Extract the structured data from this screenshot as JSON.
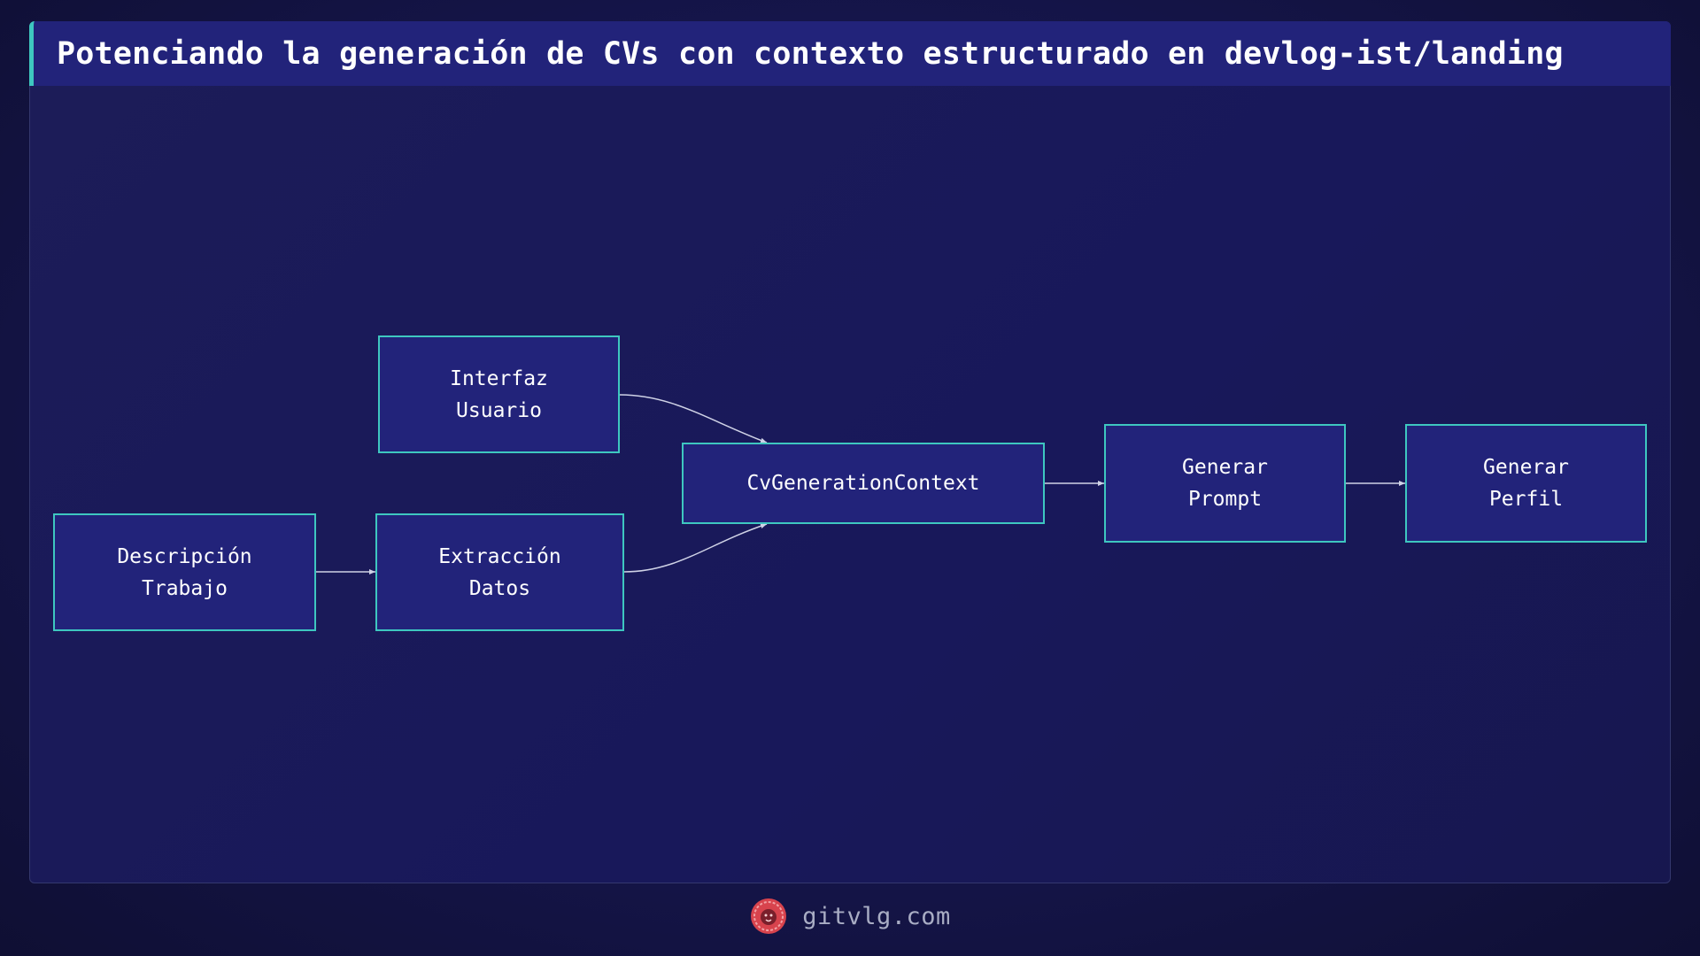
{
  "header": {
    "title": "Potenciando la generación de CVs con contexto estructurado en devlog-ist/landing"
  },
  "diagram": {
    "nodes": [
      {
        "id": "descripcion",
        "label": "Descripción\nTrabajo"
      },
      {
        "id": "extraccion",
        "label": "Extracción\nDatos"
      },
      {
        "id": "interfaz",
        "label": "Interfaz\nUsuario"
      },
      {
        "id": "context",
        "label": "CvGenerationContext"
      },
      {
        "id": "prompt",
        "label": "Generar\nPrompt"
      },
      {
        "id": "perfil",
        "label": "Generar\nPerfil"
      }
    ],
    "edges": [
      {
        "from": "descripcion",
        "to": "extraccion"
      },
      {
        "from": "interfaz",
        "to": "context"
      },
      {
        "from": "extraccion",
        "to": "context"
      },
      {
        "from": "context",
        "to": "prompt"
      },
      {
        "from": "prompt",
        "to": "perfil"
      }
    ]
  },
  "footer": {
    "site": "gitvlg.com",
    "logo_icon": "lion-icon"
  },
  "colors": {
    "node_fill": "#22237a",
    "node_border": "#3ec7c0",
    "edge": "#cfd2e6",
    "logo": "#d8434d"
  }
}
